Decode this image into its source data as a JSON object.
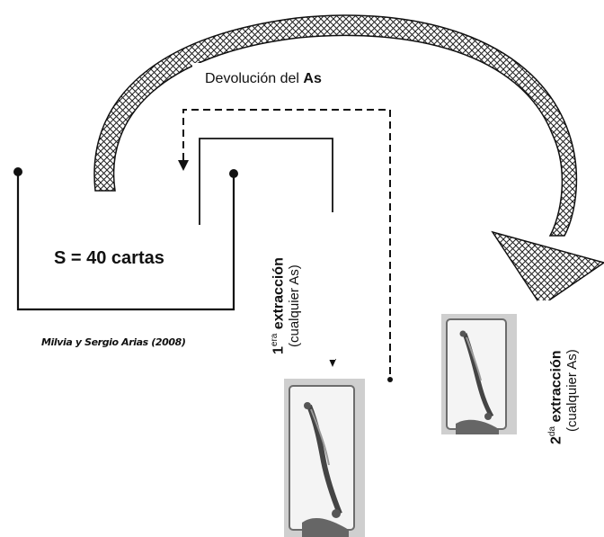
{
  "return_label": {
    "prefix": "Devolución del ",
    "bold": "As"
  },
  "set_label": "S = 40 cartas",
  "credit": "Milvia y Sergio Arias (2008)",
  "first_extraction": {
    "ordinal": "1",
    "suffix": "era",
    "word": " extracción",
    "sub": "(cualquier As)"
  },
  "second_extraction": {
    "ordinal": "2",
    "suffix": "da",
    "word": " extracción",
    "sub": "(cualquier As)"
  },
  "card_image": "ace-of-clubs-card"
}
